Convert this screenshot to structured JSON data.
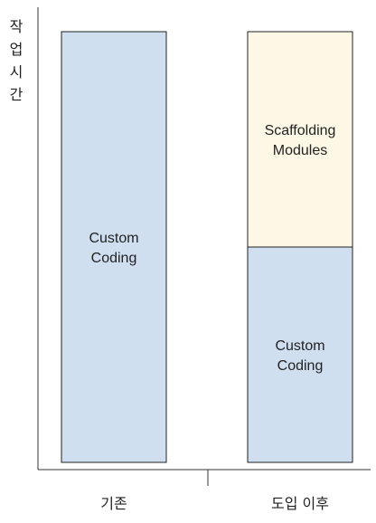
{
  "chart_data": {
    "type": "bar",
    "stacked": true,
    "ylabel": "작업시간",
    "ylabel_chars": [
      "작",
      "업",
      "시",
      "간"
    ],
    "categories": [
      "기존",
      "도입 이후"
    ],
    "series": [
      {
        "name": "Custom Coding",
        "values": [
          100,
          50
        ],
        "color": "#cfdff0"
      },
      {
        "name": "Scaffolding Modules",
        "values": [
          0,
          50
        ],
        "color": "#fdf7e6"
      }
    ],
    "segment_labels": [
      [
        [
          "Custom",
          "Coding"
        ]
      ],
      [
        [
          "Custom",
          "Coding"
        ],
        [
          "Scaffolding",
          "Modules"
        ]
      ]
    ],
    "ylim": [
      0,
      100
    ],
    "grid": false,
    "legend": "none"
  }
}
